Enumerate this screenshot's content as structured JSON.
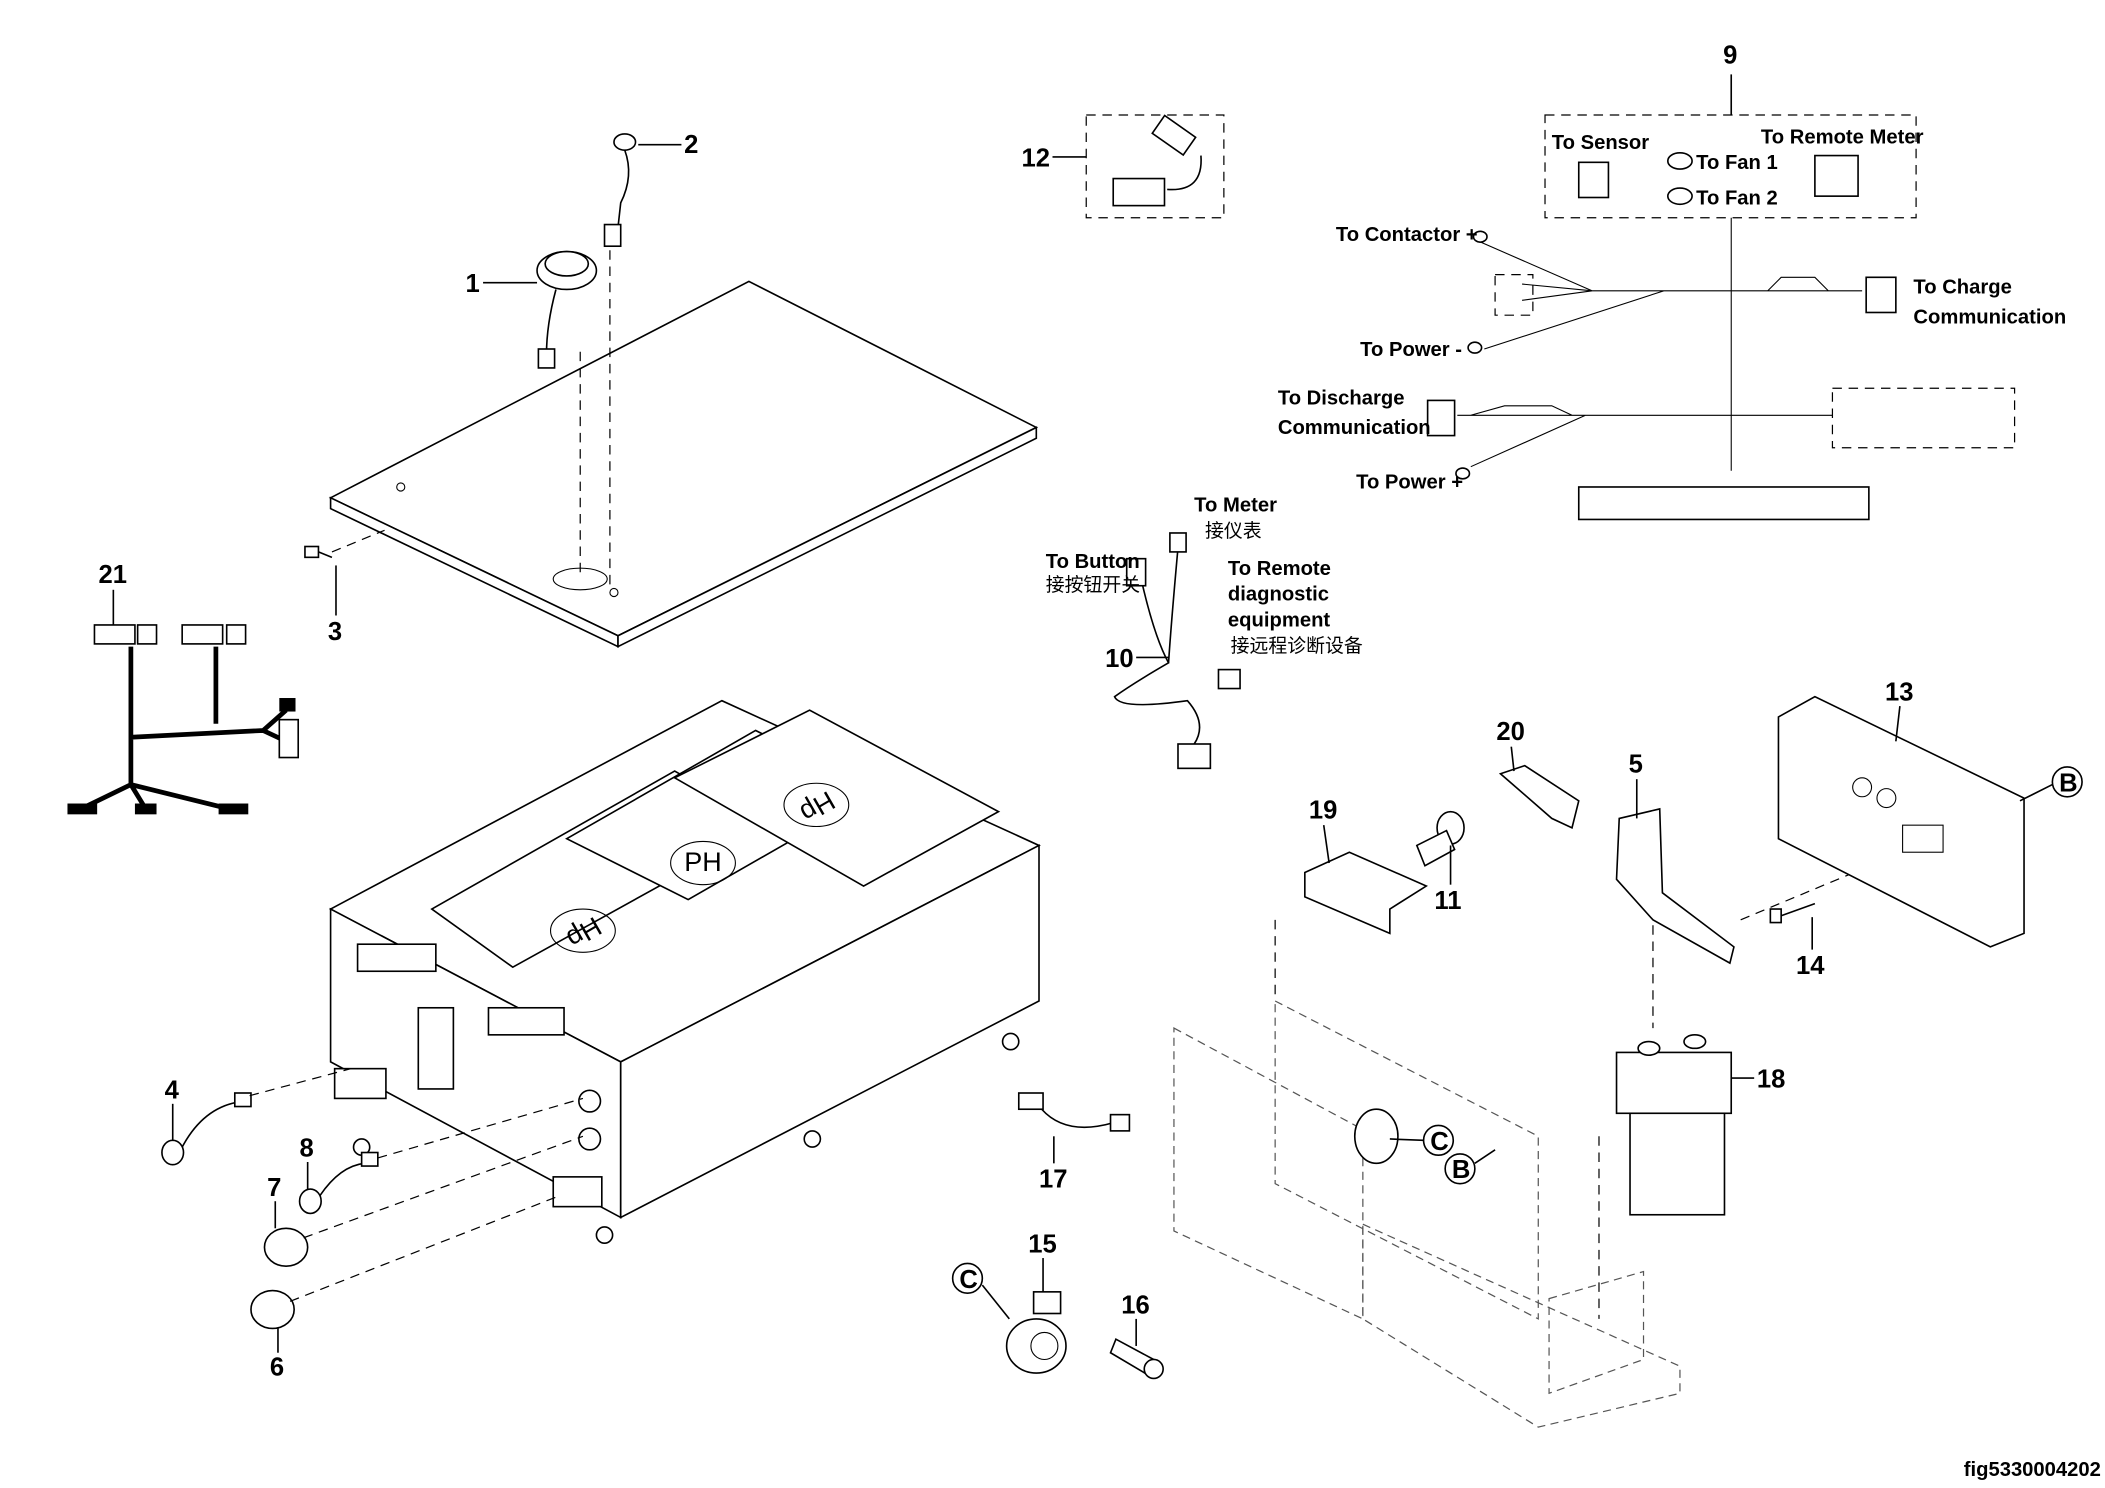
{
  "callouts": [
    "1",
    "2",
    "3",
    "4",
    "5",
    "6",
    "7",
    "8",
    "9",
    "10",
    "11",
    "12",
    "13",
    "14",
    "15",
    "16",
    "17",
    "18",
    "19",
    "20",
    "21"
  ],
  "ref_markers": {
    "c1": "C",
    "c2": "C",
    "b1": "B",
    "b2": "B"
  },
  "harness_9": {
    "to_sensor": "To Sensor",
    "to_fan1": "To Fan 1",
    "to_fan2": "To Fan 2",
    "to_remote_meter": "To Remote Meter",
    "to_contactor_plus": "To Contactor +",
    "to_charge_1": "To Charge",
    "to_charge_2": "Communication",
    "to_power_minus": "To Power -",
    "to_discharge_1": "To Discharge",
    "to_discharge_2": "Communication",
    "to_power_plus": "To Power +"
  },
  "cable_10": {
    "to_meter": "To Meter",
    "to_meter_cn": "接仪表",
    "to_button": "To Button",
    "to_button_cn": "接按钮开关",
    "to_remote_1": "To Remote",
    "to_remote_2": "diagnostic",
    "to_remote_3": "equipment",
    "to_remote_cn": "接远程诊断设备"
  },
  "battery_labels": [
    "Hp",
    "PH",
    "Hp"
  ],
  "figure_id": "fig5330004202"
}
